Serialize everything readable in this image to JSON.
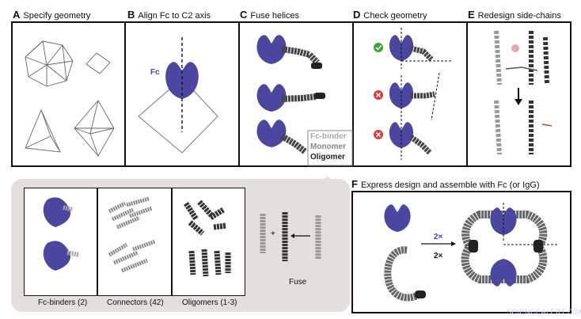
{
  "panels": {
    "a": {
      "letter": "A",
      "title": "Specify geometry"
    },
    "b": {
      "letter": "B",
      "title": "Align Fc to C2 axis",
      "fc_label": "Fc"
    },
    "c": {
      "letter": "C",
      "title": "Fuse helices",
      "legend": [
        "Fc-binder",
        "Monomer",
        "Oligomer"
      ]
    },
    "d": {
      "letter": "D",
      "title": "Check geometry"
    },
    "e": {
      "letter": "E",
      "title": "Redesign side-chains"
    },
    "f": {
      "letter": "F",
      "title": "Express design and assemble with Fc (or IgG)",
      "mult_top": "2×",
      "mult_bottom": "2×"
    }
  },
  "library": {
    "columns": [
      "Fc-binders (2)",
      "Connectors (42)",
      "Oligomers (1-3)"
    ],
    "fuse_label": "Fuse"
  },
  "watermark": "SCIENCEALERT.COM",
  "colors": {
    "fc": "#4b46a0",
    "dark": "#2f2f2f",
    "mid": "#7a7a7a",
    "light": "#b3b3b3",
    "check": "#3aa63a",
    "cross": "#d0433c"
  }
}
